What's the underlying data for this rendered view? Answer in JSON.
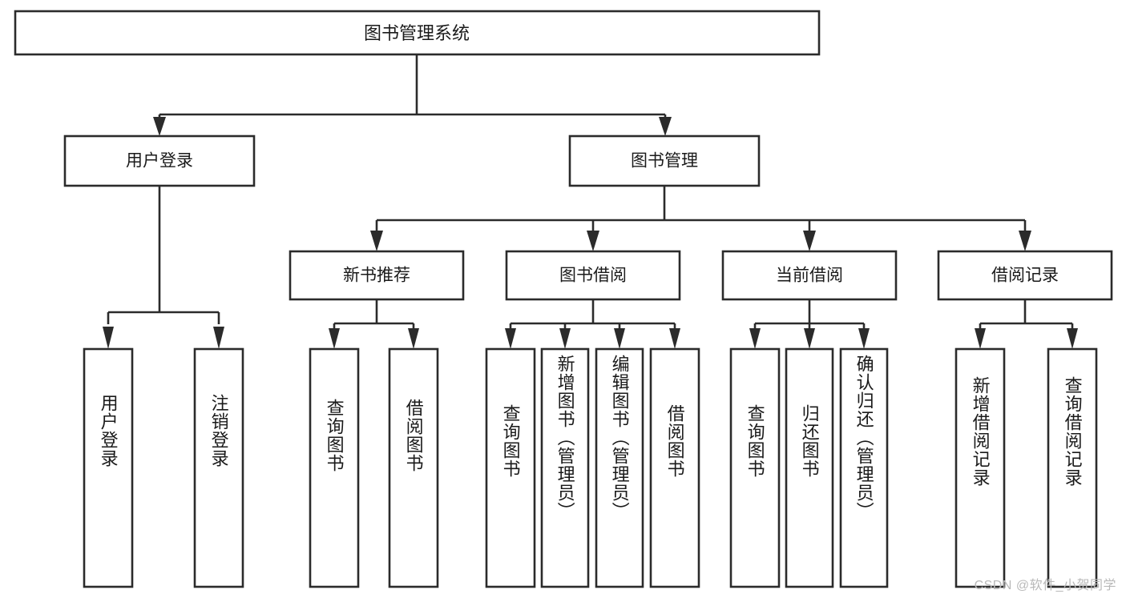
{
  "diagram": {
    "type": "tree-hierarchy",
    "title": "图书管理系统",
    "watermark": "CSDN @软件_小贺同学",
    "colors": {
      "box_stroke": "#2b2b2b",
      "box_fill": "#ffffff",
      "text": "#1a1a1a",
      "background": "#ffffff",
      "watermark": "#b9b9b9"
    },
    "root": {
      "label": "图书管理系统"
    },
    "level2": [
      {
        "label": "用户登录"
      },
      {
        "label": "图书管理"
      }
    ],
    "level3": [
      {
        "label": "新书推荐"
      },
      {
        "label": "图书借阅"
      },
      {
        "label": "当前借阅"
      },
      {
        "label": "借阅记录"
      }
    ],
    "leaves": {
      "user_login": [
        {
          "label": "用户登录"
        },
        {
          "label": "注销登录"
        }
      ],
      "new_book_recommend": [
        {
          "label": "查询图书"
        },
        {
          "label": "借阅图书"
        }
      ],
      "book_borrow": [
        {
          "label": "查询图书"
        },
        {
          "label": "新增图书（管理员）"
        },
        {
          "label": "编辑图书（管理员）"
        },
        {
          "label": "借阅图书"
        }
      ],
      "current_borrow": [
        {
          "label": "查询图书"
        },
        {
          "label": "归还图书"
        },
        {
          "label": "确认归还（管理员）"
        }
      ],
      "borrow_records": [
        {
          "label": "新增借阅记录"
        },
        {
          "label": "查询借阅记录"
        }
      ]
    }
  }
}
